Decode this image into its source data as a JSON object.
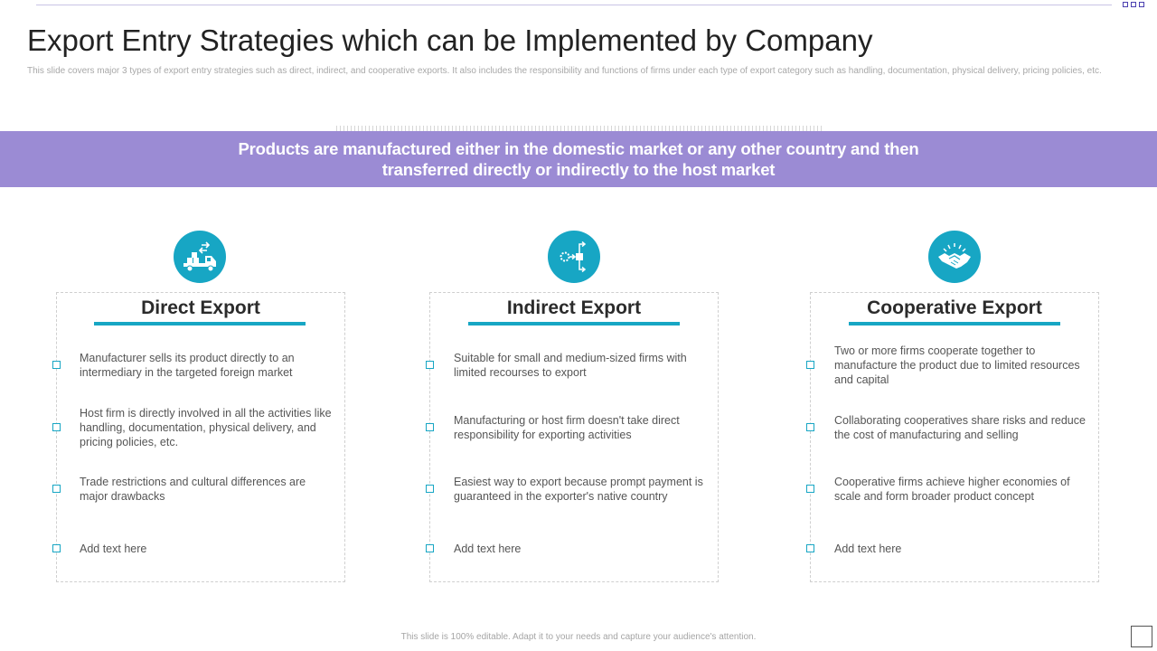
{
  "header": {
    "title": "Export Entry Strategies which can be Implemented by Company",
    "subtitle": "This slide covers major 3 types of export entry strategies such as direct, indirect, and cooperative exports. It also includes the responsibility and functions of firms under each type of export category such as handling, documentation, physical delivery, pricing policies, etc."
  },
  "banner": {
    "text": "Products are manufactured either in the domestic market or any other country and then transferred directly or indirectly to the host market"
  },
  "columns": [
    {
      "title": "Direct Export",
      "icon": "delivery-truck-icon",
      "items": [
        "Manufacturer  sells its product directly to an intermediary  in the targeted foreign  market",
        "Host firm is directly involved  in all the activities like handling, documentation, physical delivery, and pricing policies, etc.",
        "Trade restrictions and cultural differences are major drawbacks",
        "Add text here"
      ]
    },
    {
      "title": "Indirect Export",
      "icon": "distribution-flow-icon",
      "items": [
        "Suitable for small and medium-sized firms with limited recourses to export",
        "Manufacturing  or host firm doesn't take direct responsibility for exporting activities",
        "Easiest way to export because prompt payment is guaranteed  in the exporter's native country",
        "Add text here"
      ]
    },
    {
      "title": "Cooperative  Export",
      "icon": "handshake-icon",
      "items": [
        "Two or more firms cooperate together to manufacture the product due to limited resources and capital",
        "Collaborating  cooperatives  share risks and reduce the cost of manufacturing and selling",
        "Cooperative  firms achieve higher economies of scale and form broader product concept",
        "Add text here"
      ]
    }
  ],
  "footer": {
    "text": "This slide is 100% editable. Adapt it to your needs and capture your audience's attention."
  },
  "colors": {
    "accent": "#17a6c4",
    "banner": "#9b8bd4"
  }
}
